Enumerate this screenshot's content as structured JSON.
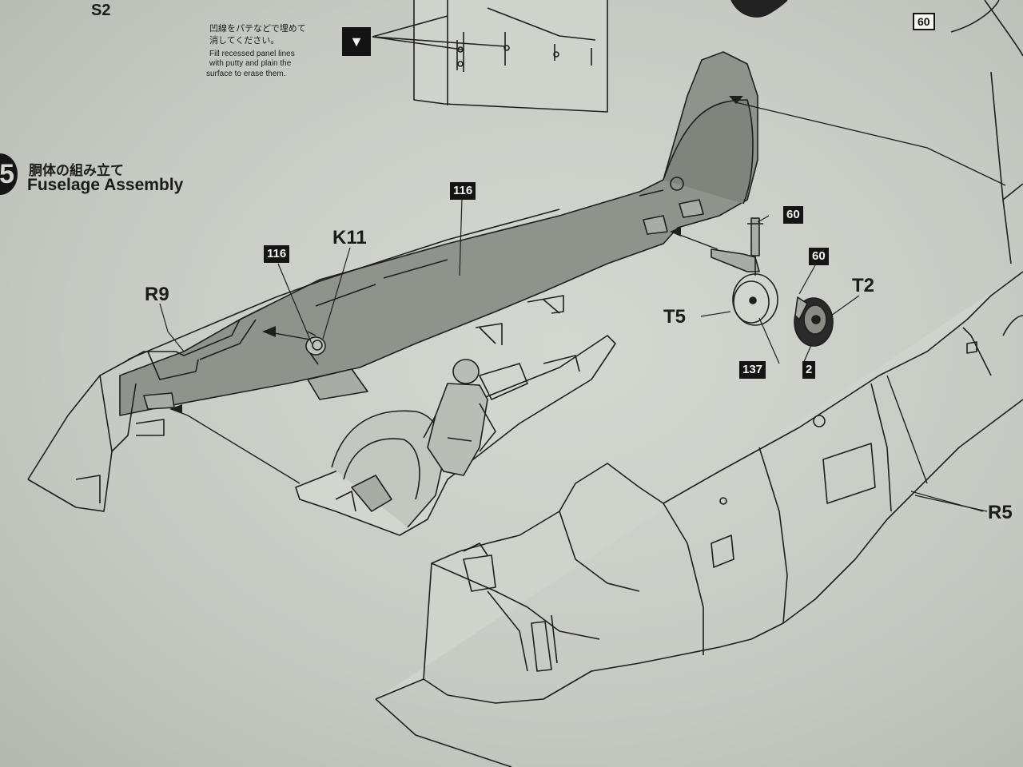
{
  "step": {
    "number": "5",
    "title_jp": "胴体の組み立て",
    "title_en": "Fuselage Assembly"
  },
  "note": {
    "jp_line1": "凹線をパテなどで埋めて",
    "jp_line2": "消してください。",
    "en_line1": "Fill recessed panel lines",
    "en_line2": "with putty and plain the",
    "en_line3": "surface to erase them.",
    "icon": "putty-fill-icon"
  },
  "labels": {
    "s2": "S2",
    "k11": "K11",
    "r9": "R9",
    "t5": "T5",
    "t2": "T2",
    "r5": "R5"
  },
  "color_tags": {
    "top_right": "60",
    "fuselage": "116",
    "k11_part": "116",
    "strut": "60",
    "wheel_hub": "60",
    "wheel_t5": "137",
    "tire": "2"
  },
  "colors": {
    "shading": "#8e948c",
    "line": "#1f1f1f",
    "paper": "#cfd3cc",
    "tag_fill": "#141414"
  }
}
